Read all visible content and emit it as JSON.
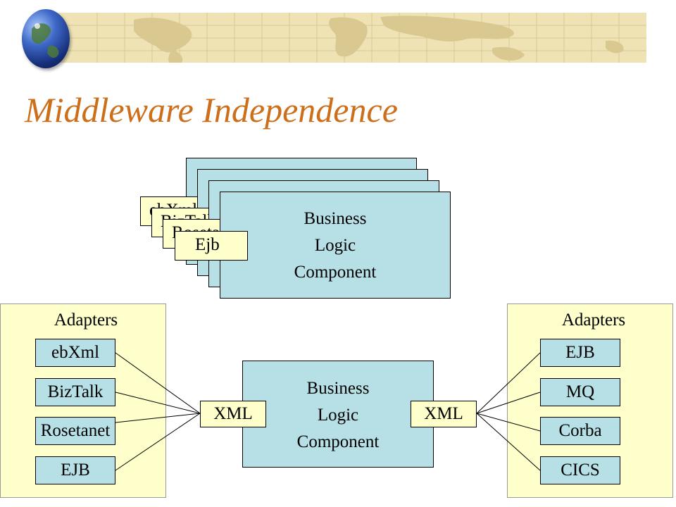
{
  "title": "Middleware Independence",
  "colors": {
    "title": "#cd6f1a",
    "banner": "#efe3b6",
    "component_fill": "#b7e0e6",
    "adapter_panel": "#ffffcc",
    "tab_fill": "#ffffcc"
  },
  "decor": {
    "globe": "globe-icon",
    "banner": "world-map-banner"
  },
  "stack": {
    "tabs": [
      "ebXml",
      "BizTalk",
      "Rosetanet",
      "Ejb"
    ],
    "component": [
      "Business",
      "Logic",
      "Component"
    ]
  },
  "left_panel": {
    "title": "Adapters",
    "adapters": [
      "ebXml",
      "BizTalk",
      "Rosetanet",
      "EJB"
    ],
    "connector": "XML"
  },
  "center": {
    "component": [
      "Business",
      "Logic",
      "Component"
    ]
  },
  "right_panel": {
    "title": "Adapters",
    "adapters": [
      "EJB",
      "MQ",
      "Corba",
      "CICS"
    ],
    "connector": "XML"
  }
}
